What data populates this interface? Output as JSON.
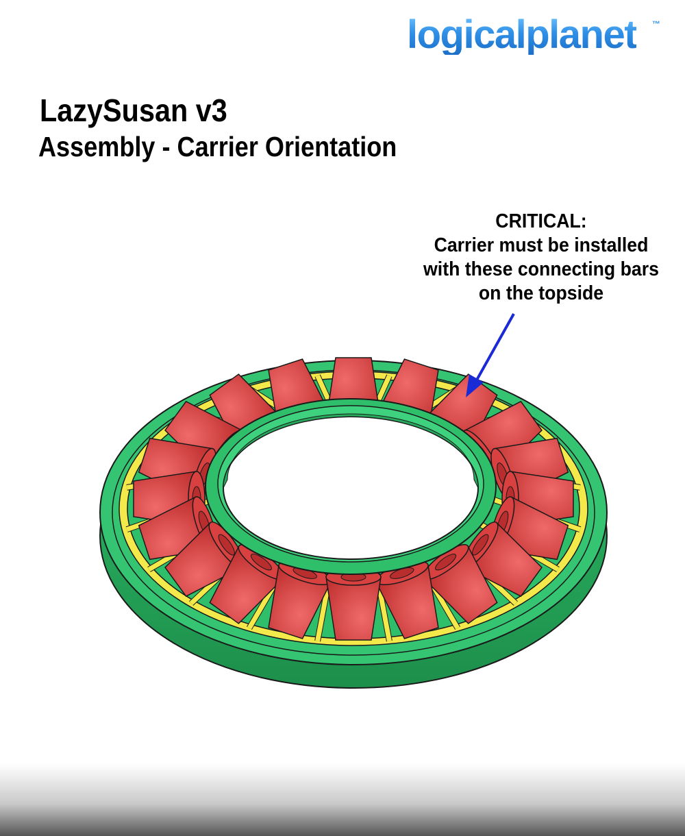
{
  "brand": {
    "name": "logicalplanet",
    "trademark": "™",
    "color": "#2f8fe6"
  },
  "heading": {
    "title": "LazySusan v3",
    "subtitle": "Assembly - Carrier Orientation"
  },
  "callout": {
    "label": "CRITICAL:",
    "lines": [
      "Carrier must be installed",
      "with these connecting bars",
      "on the topside"
    ],
    "arrow_color": "#1a2bd6"
  },
  "figure": {
    "roller_count": 20,
    "colors": {
      "base": "#2fbf6a",
      "base_dark": "#1f9a52",
      "carrier": "#f4e94a",
      "roller": "#e44545",
      "roller_dark": "#b82e2e",
      "outline": "#1a1a1a"
    }
  }
}
